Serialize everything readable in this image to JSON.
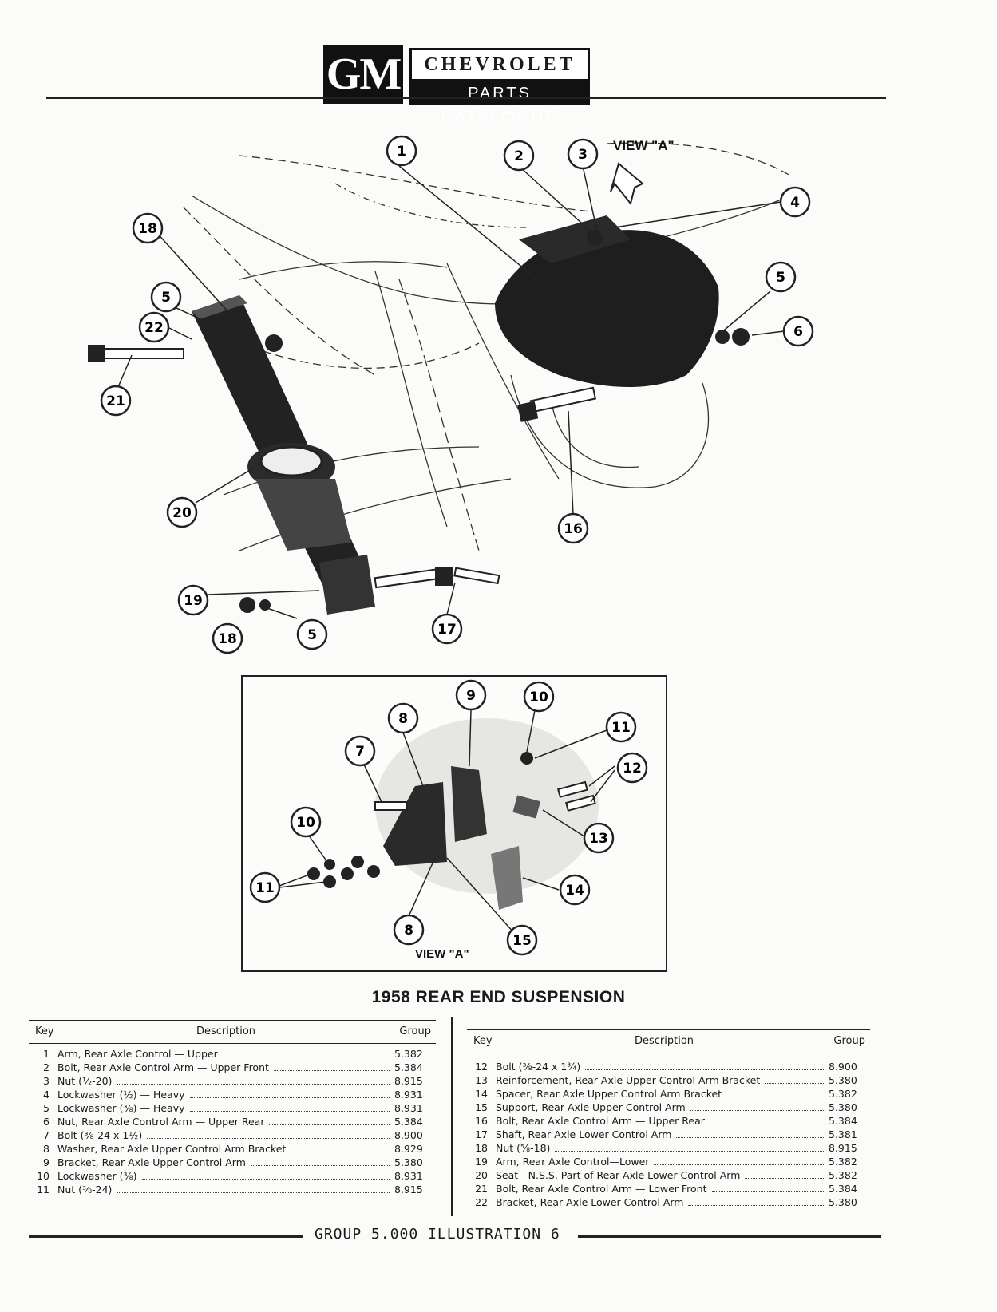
{
  "header": {
    "logo": "GM",
    "brand": "CHEVROLET",
    "subtitle": "PARTS CATALOGUE"
  },
  "figure": {
    "view_label_top": "VIEW \"A\"",
    "view_label_inset": "VIEW \"A\"",
    "callouts_main": [
      "1",
      "2",
      "3",
      "4",
      "5",
      "6",
      "5",
      "18",
      "22",
      "21",
      "20",
      "16",
      "19",
      "18",
      "5",
      "17"
    ],
    "callouts_inset": [
      "9",
      "10",
      "8",
      "11",
      "7",
      "12",
      "10",
      "13",
      "14",
      "11",
      "8",
      "15"
    ]
  },
  "title": "1958 REAR END SUSPENSION",
  "parts_list": {
    "headers": {
      "key": "Key",
      "description": "Description",
      "group": "Group"
    },
    "left": [
      {
        "key": "1",
        "description": "Arm, Rear Axle Control — Upper",
        "group": "5.382"
      },
      {
        "key": "2",
        "description": "Bolt, Rear Axle Control Arm — Upper Front",
        "group": "5.384"
      },
      {
        "key": "3",
        "description": "Nut (½-20)",
        "group": "8.915"
      },
      {
        "key": "4",
        "description": "Lockwasher (½) — Heavy",
        "group": "8.931"
      },
      {
        "key": "5",
        "description": "Lockwasher (⅜) — Heavy",
        "group": "8.931"
      },
      {
        "key": "6",
        "description": "Nut, Rear Axle Control Arm — Upper Rear",
        "group": "5.384"
      },
      {
        "key": "7",
        "description": "Bolt (⅜-24 x 1½)",
        "group": "8.900"
      },
      {
        "key": "8",
        "description": "Washer, Rear Axle Upper Control Arm Bracket",
        "group": "8.929"
      },
      {
        "key": "9",
        "description": "Bracket, Rear Axle Upper Control Arm",
        "group": "5.380"
      },
      {
        "key": "10",
        "description": "Lockwasher (⅜)",
        "group": "8.931"
      },
      {
        "key": "11",
        "description": "Nut (⅜-24)",
        "group": "8.915"
      }
    ],
    "right": [
      {
        "key": "12",
        "description": "Bolt (⅜-24 x 1¾)",
        "group": "8.900"
      },
      {
        "key": "13",
        "description": "Reinforcement, Rear Axle Upper Control Arm Bracket",
        "group": "5.380"
      },
      {
        "key": "14",
        "description": "Spacer, Rear Axle Upper Control Arm Bracket",
        "group": "5.382"
      },
      {
        "key": "15",
        "description": "Support, Rear Axle Upper Control Arm",
        "group": "5.380"
      },
      {
        "key": "16",
        "description": "Bolt, Rear Axle Control Arm — Upper Rear",
        "group": "5.384"
      },
      {
        "key": "17",
        "description": "Shaft, Rear Axle Lower Control Arm",
        "group": "5.381"
      },
      {
        "key": "18",
        "description": "Nut (⅝-18)",
        "group": "8.915"
      },
      {
        "key": "19",
        "description": "Arm, Rear Axle Control—Lower",
        "group": "5.382"
      },
      {
        "key": "20",
        "description": "Seat—N.S.S. Part of Rear Axle Lower Control Arm",
        "group": "5.382"
      },
      {
        "key": "21",
        "description": "Bolt, Rear Axle Control Arm — Lower Front",
        "group": "5.384"
      },
      {
        "key": "22",
        "description": "Bracket, Rear Axle Lower Control Arm",
        "group": "5.380"
      }
    ]
  },
  "footer": {
    "text": "GROUP 5.000  ILLUSTRATION 6"
  }
}
